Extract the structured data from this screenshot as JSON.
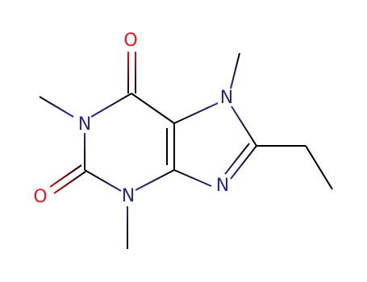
{
  "molecule": {
    "colors": {
      "carbon": "#000000",
      "nitrogen": "#2a2a8c",
      "oxygen": "#e8161b"
    },
    "atoms": {
      "n1": "N",
      "n3": "N",
      "n7": "N",
      "n9": "N",
      "o6": "O",
      "o2": "O"
    }
  }
}
